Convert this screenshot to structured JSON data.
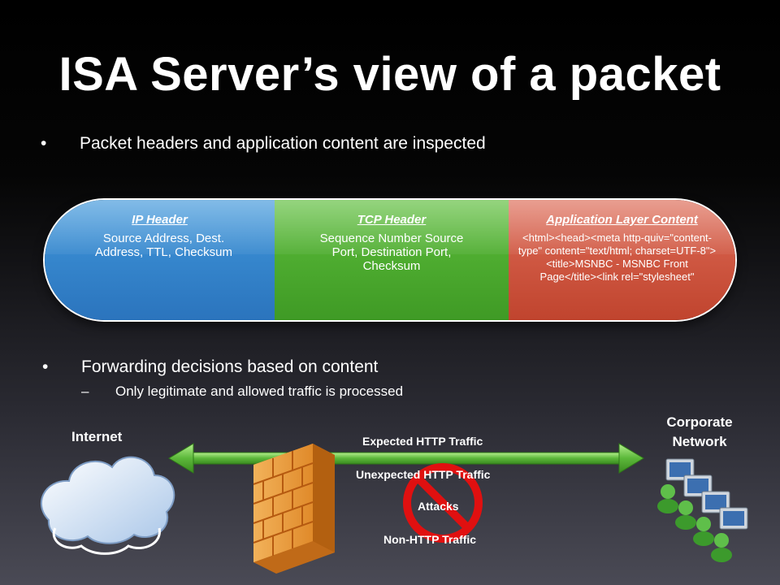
{
  "title": "ISA Server’s view of a packet",
  "bullet1": "Packet headers and application content are inspected",
  "packet": {
    "ip": {
      "heading": "IP Header",
      "body": "Source Address, Dest. Address, TTL, Checksum"
    },
    "tcp": {
      "heading": "TCP Header",
      "body": "Sequence Number Source Port, Destination Port, Checksum"
    },
    "app": {
      "heading": "Application Layer Content",
      "body": "<html><head><meta http-quiv=\"content-type\" content=\"text/html; charset=UTF-8\"><title>MSNBC - MSNBC Front Page</title><link rel=\"stylesheet\""
    }
  },
  "bullet2": "Forwarding decisions based on content",
  "sub_bullet": "Only legitimate and allowed traffic is processed",
  "diagram": {
    "internet_label": "Internet",
    "corporate_label": "Corporate Network",
    "expected": "Expected HTTP Traffic",
    "unexpected": "Unexpected HTTP Traffic",
    "attacks": "Attacks",
    "non_http": "Non-HTTP Traffic"
  },
  "colors": {
    "ip": "#2b74bd",
    "tcp": "#3f9a25",
    "app": "#c0442e",
    "arrow": "#6cc04a",
    "block": "#e01010"
  }
}
